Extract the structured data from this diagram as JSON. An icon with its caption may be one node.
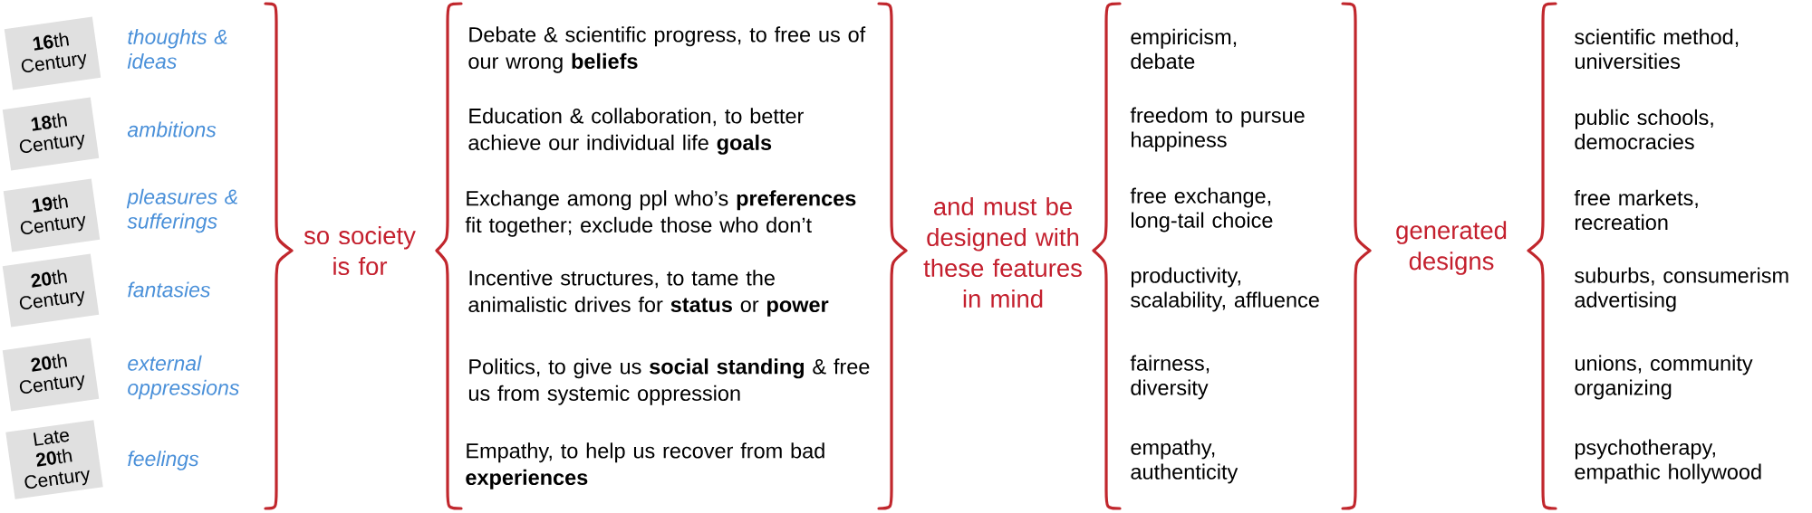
{
  "diagram": {
    "nodes": [
      {
        "text": [
          "**16**th Century"
        ],
        "beside": [
          "thoughts & ideas"
        ]
      },
      {
        "text": [
          "**18**th Century"
        ],
        "beside": [
          "ambitions"
        ]
      },
      {
        "text": [
          "**19**th Century"
        ],
        "beside": [
          "pleasures & sufferings"
        ]
      },
      {
        "text": [
          "**20**th Century"
        ],
        "beside": [
          "fantasies"
        ]
      },
      {
        "text": [
          "**20**th Century"
        ],
        "beside": [
          "external oppressions"
        ]
      },
      {
        "text": [
          "Late **20**th Century"
        ],
        "beside": [
          "feelings"
        ]
      }
    ],
    "labels": [
      "so society is for",
      "Debate & scientific progress, to free us of our wrong **beliefs**",
      "Education & collaboration, to better achieve our individual life **goals**",
      "Exchange among ppl who’s **preferences** fit together; exclude those who don’t",
      "Incentive structures, to tame the animalistic drives for **status** or **power**",
      "Politics, to give us **social standing** & free us from systemic oppression",
      "Empathy, to help us recover from bad **experiences**",
      "and must be designed with these features in mind",
      "empiricism, debate",
      "freedom to pursue happiness",
      "free exchange, long-tail choice",
      "productivity, scalability, affluence",
      "fairness, diversity",
      "empathy, authenticity",
      "generated designs",
      "scientific method, universities",
      "public schools, democracies",
      "free markets, recreation",
      "suburbs, consumerism advertising",
      "unions, community organizing",
      "psychotherapy, empathic hollywood"
    ]
  }
}
